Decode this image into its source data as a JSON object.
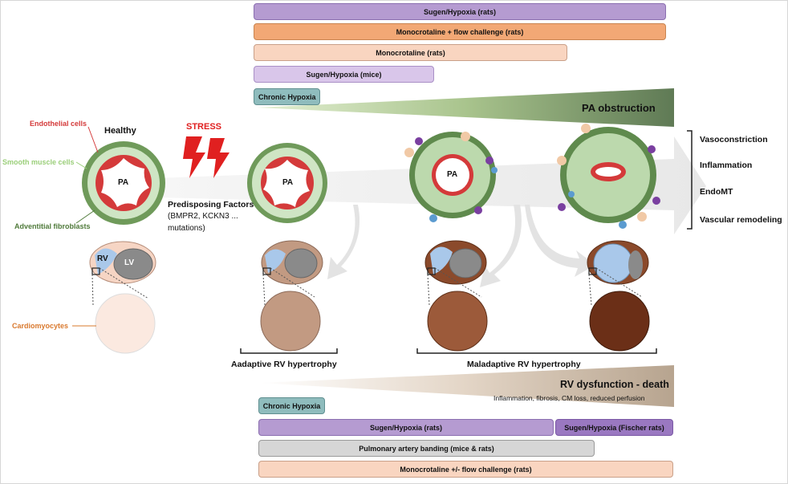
{
  "top_models": [
    "Sugen/Hypoxia (rats)",
    "Monocrotaline + flow challenge (rats)",
    "Monocrotaline (rats)",
    "Sugen/Hypoxia (mice)",
    "Chronic Hypoxia"
  ],
  "pa_obstruction": "PA obstruction",
  "healthy": {
    "title": "Healthy",
    "endothelial": "Endothelial cells",
    "smooth_muscle": "Smooth muscle cells",
    "adventitial": "Adventitial fibroblasts",
    "pa": "PA",
    "rv": "RV",
    "lv": "LV",
    "cardiomyocytes": "Cardiomyocytes"
  },
  "stress": "STRESS",
  "predisposing": {
    "title": "Predisposing Factors",
    "line1": "(BMPR2, KCKN3 ...",
    "line2": "mutations)"
  },
  "vessel_labels": [
    "PA",
    "PA"
  ],
  "outcomes": [
    "Vasoconstriction",
    "Inflammation",
    "EndoMT",
    "Vascular remodeling"
  ],
  "adaptive": "Aadaptive RV hypertrophy",
  "maladaptive": "Maladaptive RV hypertrophy",
  "rv_dysfunction": {
    "title": "RV dysfunction - death",
    "subtitle": "Inflammation, fibrosis, CM loss, reduced perfusion"
  },
  "bottom_models": {
    "chronic_hypoxia": "Chronic Hypoxia",
    "sugen_rats": "Sugen/Hypoxia (rats)",
    "sugen_fischer": "Sugen/Hypoxia (Fischer rats)",
    "pab": "Pulmonary artery banding (mice & rats)",
    "mct": "Monocrotaline +/- flow challenge (rats)"
  },
  "colors": {
    "purple": "#b59bd1",
    "orange": "#f2a875",
    "peach": "#f9d5c0",
    "teal": "#8fbcbd",
    "red": "#e02020",
    "green": "#6b8f5a",
    "brown": "#8b4a2b"
  }
}
